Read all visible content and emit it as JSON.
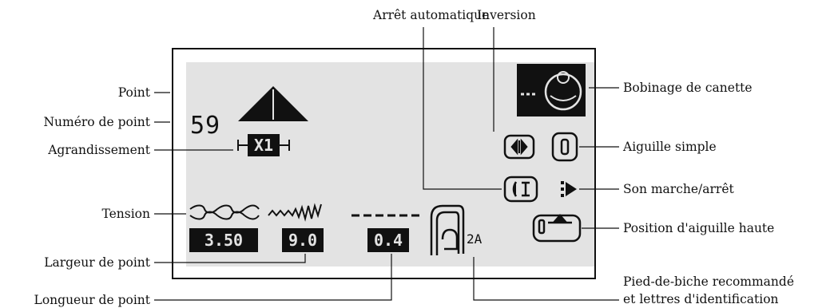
{
  "labels": {
    "point": "Point",
    "numero_point": "Numéro de point",
    "agrandissement": "Agrandissement",
    "tension": "Tension",
    "largeur": "Largeur de point",
    "longueur": "Longueur de point",
    "arret": "Arrêt automatique",
    "inversion": "Inversion",
    "bobinage": "Bobinage de canette",
    "aiguille_simple": "Aiguille simple",
    "son": "Son marche/arrêt",
    "position": "Position d'aiguille haute",
    "pied_line1": "Pied-de-biche recommandé",
    "pied_line2": "et lettres d'identification"
  },
  "lcd": {
    "stitch_number": "59",
    "magnification": "X1",
    "tension_value": "3.50",
    "width_value": "9.0",
    "length_value": "0.4",
    "foot_code": "2A"
  },
  "colors": {
    "lcd_background": "#e3e3e3",
    "ink": "#111111"
  }
}
